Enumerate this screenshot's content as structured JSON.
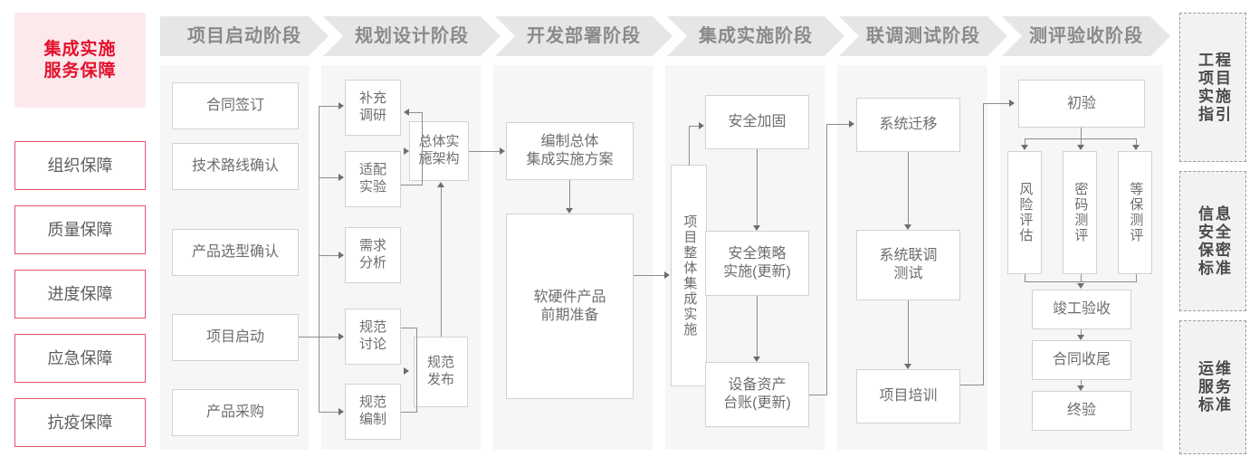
{
  "title": "集成实施服务保障流程图",
  "left_panel": {
    "lead_label": "集成实施\n服务保障",
    "lead_line1": "集成实施",
    "lead_line2": "服务保障",
    "accent_color": "#e3102c",
    "accent_bg": "#fce9ec",
    "items": [
      {
        "label": "组织保障"
      },
      {
        "label": "质量保障"
      },
      {
        "label": "进度保障"
      },
      {
        "label": "应急保障"
      },
      {
        "label": "抗疫保障"
      }
    ]
  },
  "phases": [
    {
      "id": "phase-1",
      "header": "项目启动阶段",
      "nodes": [
        {
          "id": "n-contract-sign",
          "label": "合同签订"
        },
        {
          "id": "n-tech-route",
          "label": "技术路线确认"
        },
        {
          "id": "n-product-select",
          "label": "产品选型确认"
        },
        {
          "id": "n-project-kickoff",
          "label": "项目启动"
        },
        {
          "id": "n-product-procure",
          "label": "产品采购"
        }
      ]
    },
    {
      "id": "phase-2",
      "header": "规划设计阶段",
      "nodes": [
        {
          "id": "n-supplementary-research",
          "label_line1": "补充",
          "label_line2": "调研"
        },
        {
          "id": "n-adaptation-test",
          "label_line1": "适配",
          "label_line2": "实验"
        },
        {
          "id": "n-requirement-analysis",
          "label_line1": "需求",
          "label_line2": "分析"
        },
        {
          "id": "n-spec-discussion",
          "label_line1": "规范",
          "label_line2": "讨论"
        },
        {
          "id": "n-spec-drafting",
          "label_line1": "规范",
          "label_line2": "编制"
        },
        {
          "id": "n-overall-architecture",
          "label_line1": "总体实",
          "label_line2": "施架构"
        },
        {
          "id": "n-spec-release",
          "label_line1": "规范",
          "label_line2": "发布"
        }
      ]
    },
    {
      "id": "phase-3",
      "header": "开发部署阶段",
      "nodes": [
        {
          "id": "n-integration-plan",
          "label_line1": "编制总体",
          "label_line2": "集成实施方案"
        },
        {
          "id": "n-hw-sw-prep",
          "label_line1": "软硬件产品",
          "label_line2": "前期准备"
        }
      ]
    },
    {
      "id": "phase-4",
      "header": "集成实施阶段",
      "nodes": [
        {
          "id": "n-overall-integration",
          "label": "项目整体集成实施"
        },
        {
          "id": "n-security-hardening",
          "label": "安全加固"
        },
        {
          "id": "n-security-policy",
          "label_line1": "安全策略",
          "label_line2": "实施(更新)"
        },
        {
          "id": "n-asset-ledger",
          "label_line1": "设备资产",
          "label_line2": "台账(更新)"
        }
      ]
    },
    {
      "id": "phase-5",
      "header": "联调测试阶段",
      "nodes": [
        {
          "id": "n-system-migration",
          "label": "系统迁移"
        },
        {
          "id": "n-joint-debug-test",
          "label_line1": "系统联调",
          "label_line2": "测试"
        },
        {
          "id": "n-project-training",
          "label": "项目培训"
        }
      ]
    },
    {
      "id": "phase-6",
      "header": "测评验收阶段",
      "nodes": [
        {
          "id": "n-initial-acceptance",
          "label": "初验"
        },
        {
          "id": "n-risk-assessment",
          "label": "风险评估"
        },
        {
          "id": "n-crypto-evaluation",
          "label": "密码测评"
        },
        {
          "id": "n-mlps-evaluation",
          "label": "等保测评"
        },
        {
          "id": "n-completion-accept",
          "label": "竣工验收"
        },
        {
          "id": "n-contract-closure",
          "label": "合同收尾"
        },
        {
          "id": "n-final-acceptance",
          "label": "终验"
        }
      ]
    }
  ],
  "reference_panel": {
    "items": [
      {
        "id": "ref-engineering-guide",
        "full": "工程项目实施指引",
        "col_right": "程目施引",
        "col_left": "工项实指"
      },
      {
        "id": "ref-infosec-standard",
        "full": "信息安全保密标准",
        "col_right": "息全密准",
        "col_left": "信安保标"
      },
      {
        "id": "ref-ops-standard",
        "full": "运维服务标准",
        "col_right": "维务准",
        "col_left": "运服标"
      }
    ]
  }
}
